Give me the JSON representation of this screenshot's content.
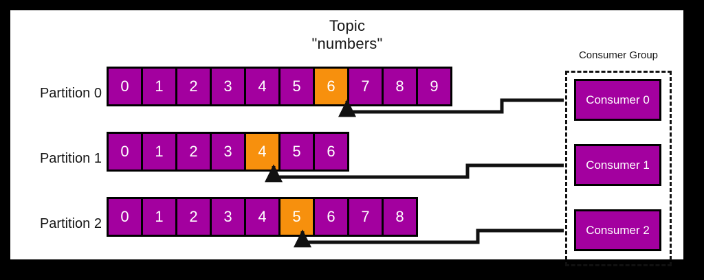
{
  "diagram": {
    "title_line1": "Topic",
    "title_line2": "\"numbers\"",
    "consumer_group_label": "Consumer Group",
    "colors": {
      "frame": "#000000",
      "canvas": "#ffffff",
      "partition_cell": "#A3009F",
      "highlight_cell": "#F7900D",
      "cell_border": "#000000",
      "text_on_cell": "#ffffff",
      "label_text": "#161616",
      "connector": "#111111"
    },
    "partitions": [
      {
        "label": "Partition 0",
        "offsets": [
          "0",
          "1",
          "2",
          "3",
          "4",
          "5",
          "6",
          "7",
          "8",
          "9"
        ],
        "current_offset": "6",
        "current_offset_index": 6,
        "assigned_consumer": "Consumer 0"
      },
      {
        "label": "Partition 1",
        "offsets": [
          "0",
          "1",
          "2",
          "3",
          "4",
          "5",
          "6"
        ],
        "current_offset": "4",
        "current_offset_index": 4,
        "assigned_consumer": "Consumer 1"
      },
      {
        "label": "Partition 2",
        "offsets": [
          "0",
          "1",
          "2",
          "3",
          "4",
          "5",
          "6",
          "7",
          "8"
        ],
        "current_offset": "5",
        "current_offset_index": 5,
        "assigned_consumer": "Consumer 2"
      }
    ],
    "consumers": [
      {
        "label": "Consumer 0"
      },
      {
        "label": "Consumer 1"
      },
      {
        "label": "Consumer 2"
      }
    ]
  }
}
